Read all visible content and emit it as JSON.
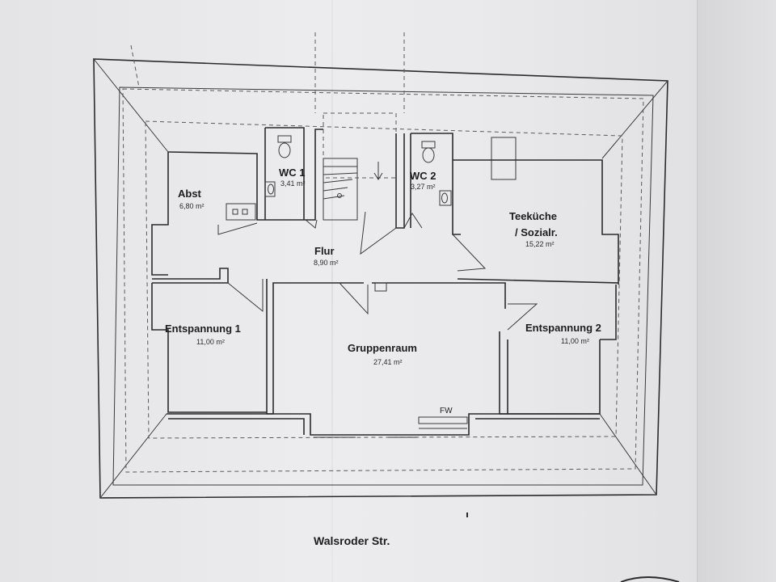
{
  "plan": {
    "rooms": [
      {
        "id": "abst",
        "name": "Abst",
        "area": "6,80 m²"
      },
      {
        "id": "wc1",
        "name": "WC 1",
        "area": "3,41 m²"
      },
      {
        "id": "wc2",
        "name": "WC 2",
        "area": "3,27 m²"
      },
      {
        "id": "teekueche",
        "name": "Teeküche",
        "name2": "/ Sozialr.",
        "area": "15,22 m²"
      },
      {
        "id": "flur",
        "name": "Flur",
        "area": "8,90 m²"
      },
      {
        "id": "entspannung1",
        "name": "Entspannung 1",
        "area": "11,00 m²"
      },
      {
        "id": "gruppenraum",
        "name": "Gruppenraum",
        "area": "27,41 m²"
      },
      {
        "id": "entspannung2",
        "name": "Entspannung 2",
        "area": "11,00 m²"
      }
    ],
    "fw_label": "FW",
    "street": "Walsroder Str."
  },
  "colors": {
    "ink": "#2b2b2b",
    "paper": "#e9e9eb"
  }
}
